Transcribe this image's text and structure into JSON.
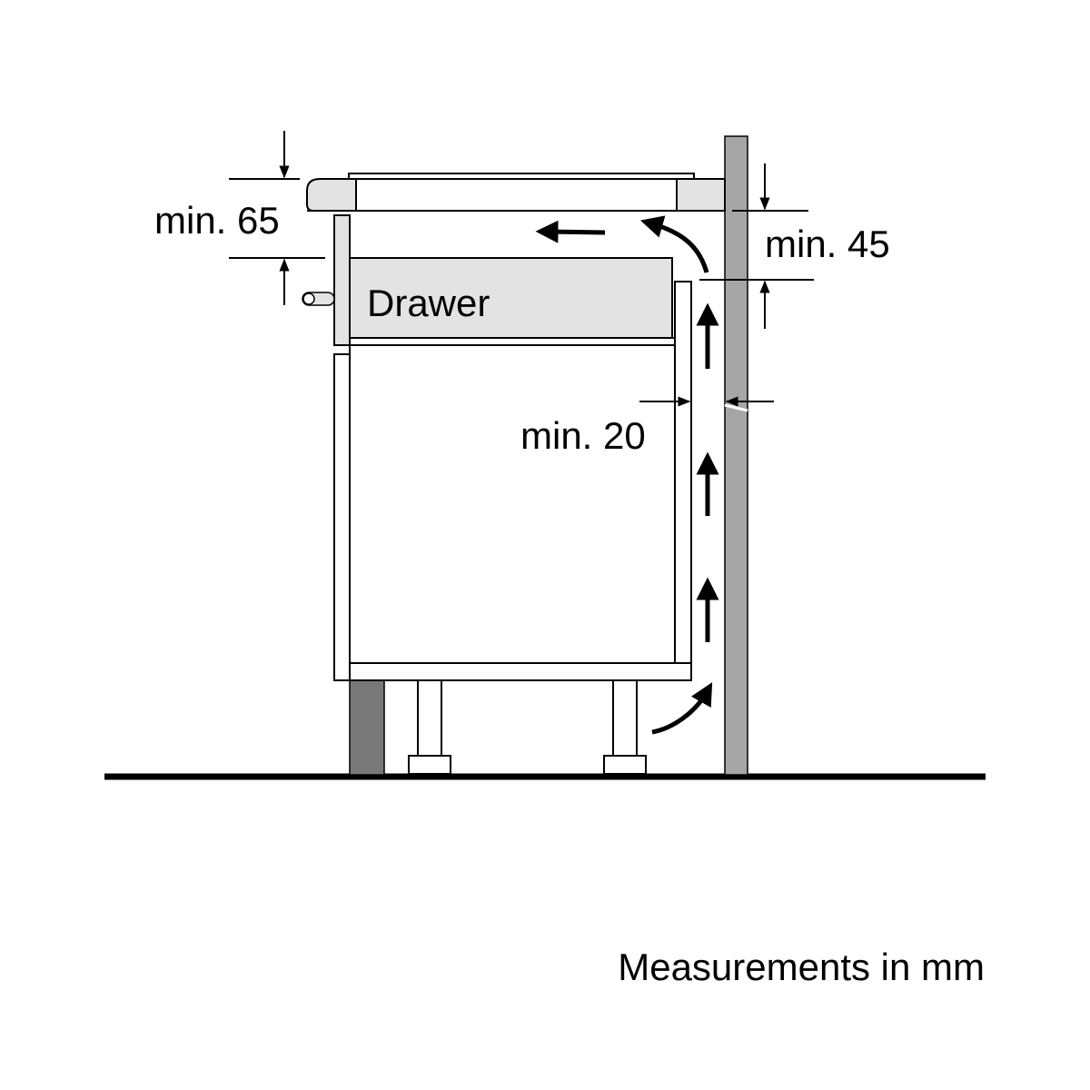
{
  "labels": {
    "drawer": "Drawer",
    "dim_top_clearance": "min. 65",
    "dim_rear_gap_top": "min. 45",
    "dim_rear_gap": "min. 20",
    "footnote": "Measurements in mm"
  },
  "colors": {
    "line": "#000000",
    "wall": "#a6a6a6",
    "plinth": "#787878",
    "light_grey": "#e3e3e3",
    "white": "#ffffff"
  },
  "icons": {
    "airflow": "arrow-icon",
    "dimension": "dimension-arrow-icon"
  }
}
